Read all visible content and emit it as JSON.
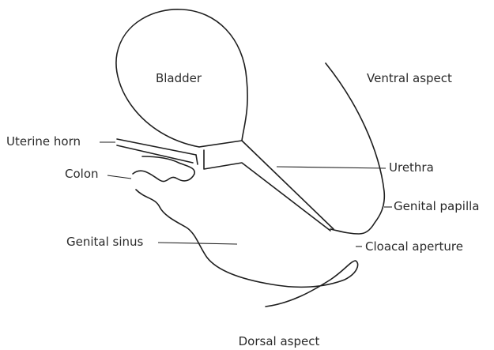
{
  "labels": {
    "bladder": "Bladder",
    "ventral_aspect": "Ventral aspect",
    "uterine_horn": "Uterine horn",
    "colon": "Colon",
    "urethra": "Urethra",
    "genital_papilla": "Genital papilla",
    "genital_sinus": "Genital sinus",
    "cloacal_aperture": "Cloacal aperture",
    "dorsal_aspect": "Dorsal aspect"
  }
}
